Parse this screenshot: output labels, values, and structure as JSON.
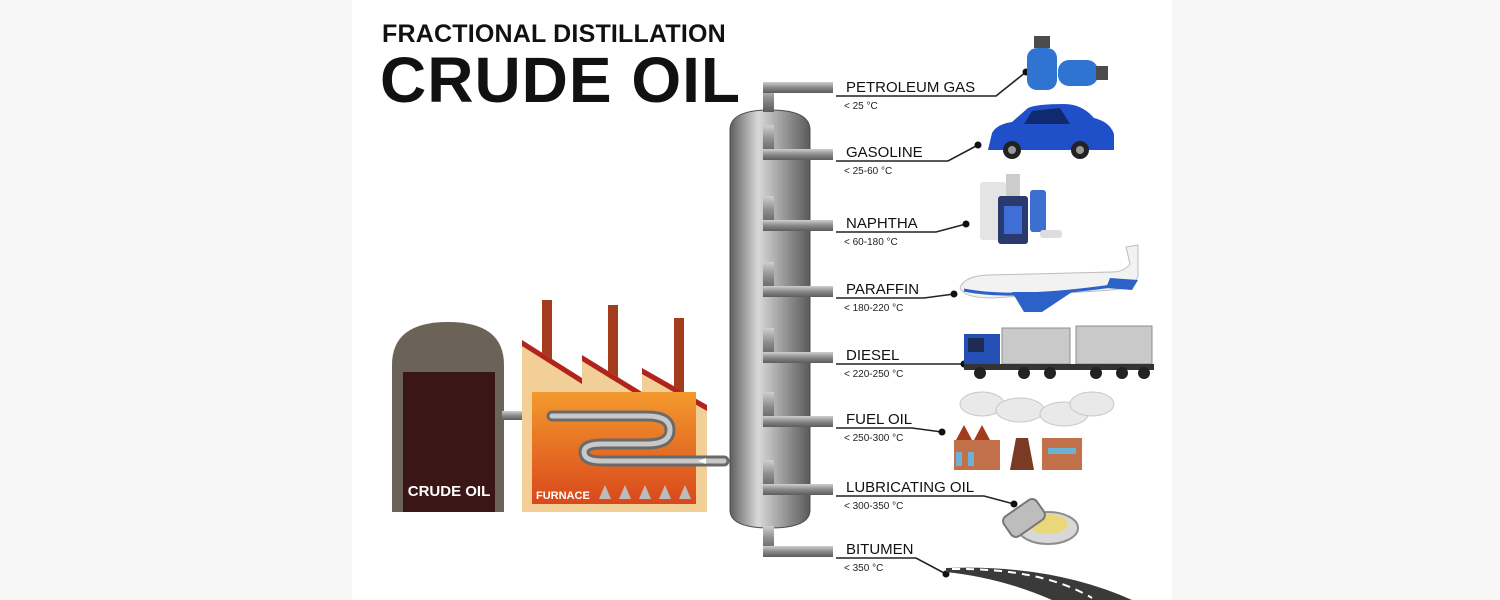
{
  "title": {
    "line1": "FRACTIONAL DISTILLATION",
    "line2": "CRUDE OIL"
  },
  "source": {
    "label": "CRUDE OIL"
  },
  "furnace": {
    "label": "FURNACE"
  },
  "fractions": [
    {
      "name": "PETROLEUM GAS",
      "temp": "< 25 °C",
      "icon": "gas-cylinders-icon"
    },
    {
      "name": "GASOLINE",
      "temp": "< 25-60 °C",
      "icon": "car-icon"
    },
    {
      "name": "NAPHTHA",
      "temp": "< 60-180 °C",
      "icon": "chemical-bottles-icon"
    },
    {
      "name": "PARAFFIN",
      "temp": "< 180-220 °C",
      "icon": "airplane-icon"
    },
    {
      "name": "DIESEL",
      "temp": "< 220-250 °C",
      "icon": "truck-icon"
    },
    {
      "name": "FUEL OIL",
      "temp": "< 250-300 °C",
      "icon": "factory-smoke-icon"
    },
    {
      "name": "LUBRICATING OIL",
      "temp": "< 300-350 °C",
      "icon": "wax-tin-icon"
    },
    {
      "name": "BITUMEN",
      "temp": "< 350 °C",
      "icon": "road-icon"
    }
  ],
  "colors": {
    "column": "#8d8d8d",
    "pipe": "#9a9a9a",
    "tank": "#6b6357",
    "oil": "#3a1616",
    "factory_wall": "#f2cf97",
    "factory_roof": "#b0241b",
    "furnace_fire": "#e8702a"
  }
}
